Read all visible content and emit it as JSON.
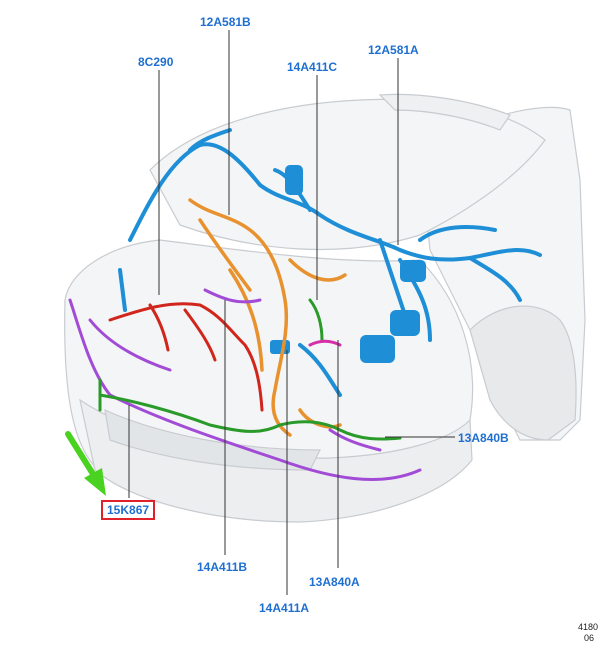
{
  "diagram": {
    "callouts": {
      "c_8C290": "8C290",
      "c_12A581B": "12A581B",
      "c_14A411C": "14A411C",
      "c_12A581A": "12A581A",
      "c_13A840B": "13A840B",
      "c_15K867": "15K867",
      "c_14A411B": "14A411B",
      "c_13A840A": "13A840A",
      "c_14A411A": "14A411A"
    },
    "highlighted_part": "15K867",
    "reference_number": "4180",
    "reference_sub": "06"
  },
  "colors": {
    "label_blue": "#1f6fd1",
    "harness_blue": "#1e8fd6",
    "harness_orange": "#e8922f",
    "harness_red": "#d0261c",
    "harness_purple": "#a24bd6",
    "harness_green": "#2a9a2a",
    "harness_magenta": "#d42fa8",
    "leader_line": "#333333",
    "highlight_box": "#e0202a",
    "arrow_green": "#49d21f"
  }
}
